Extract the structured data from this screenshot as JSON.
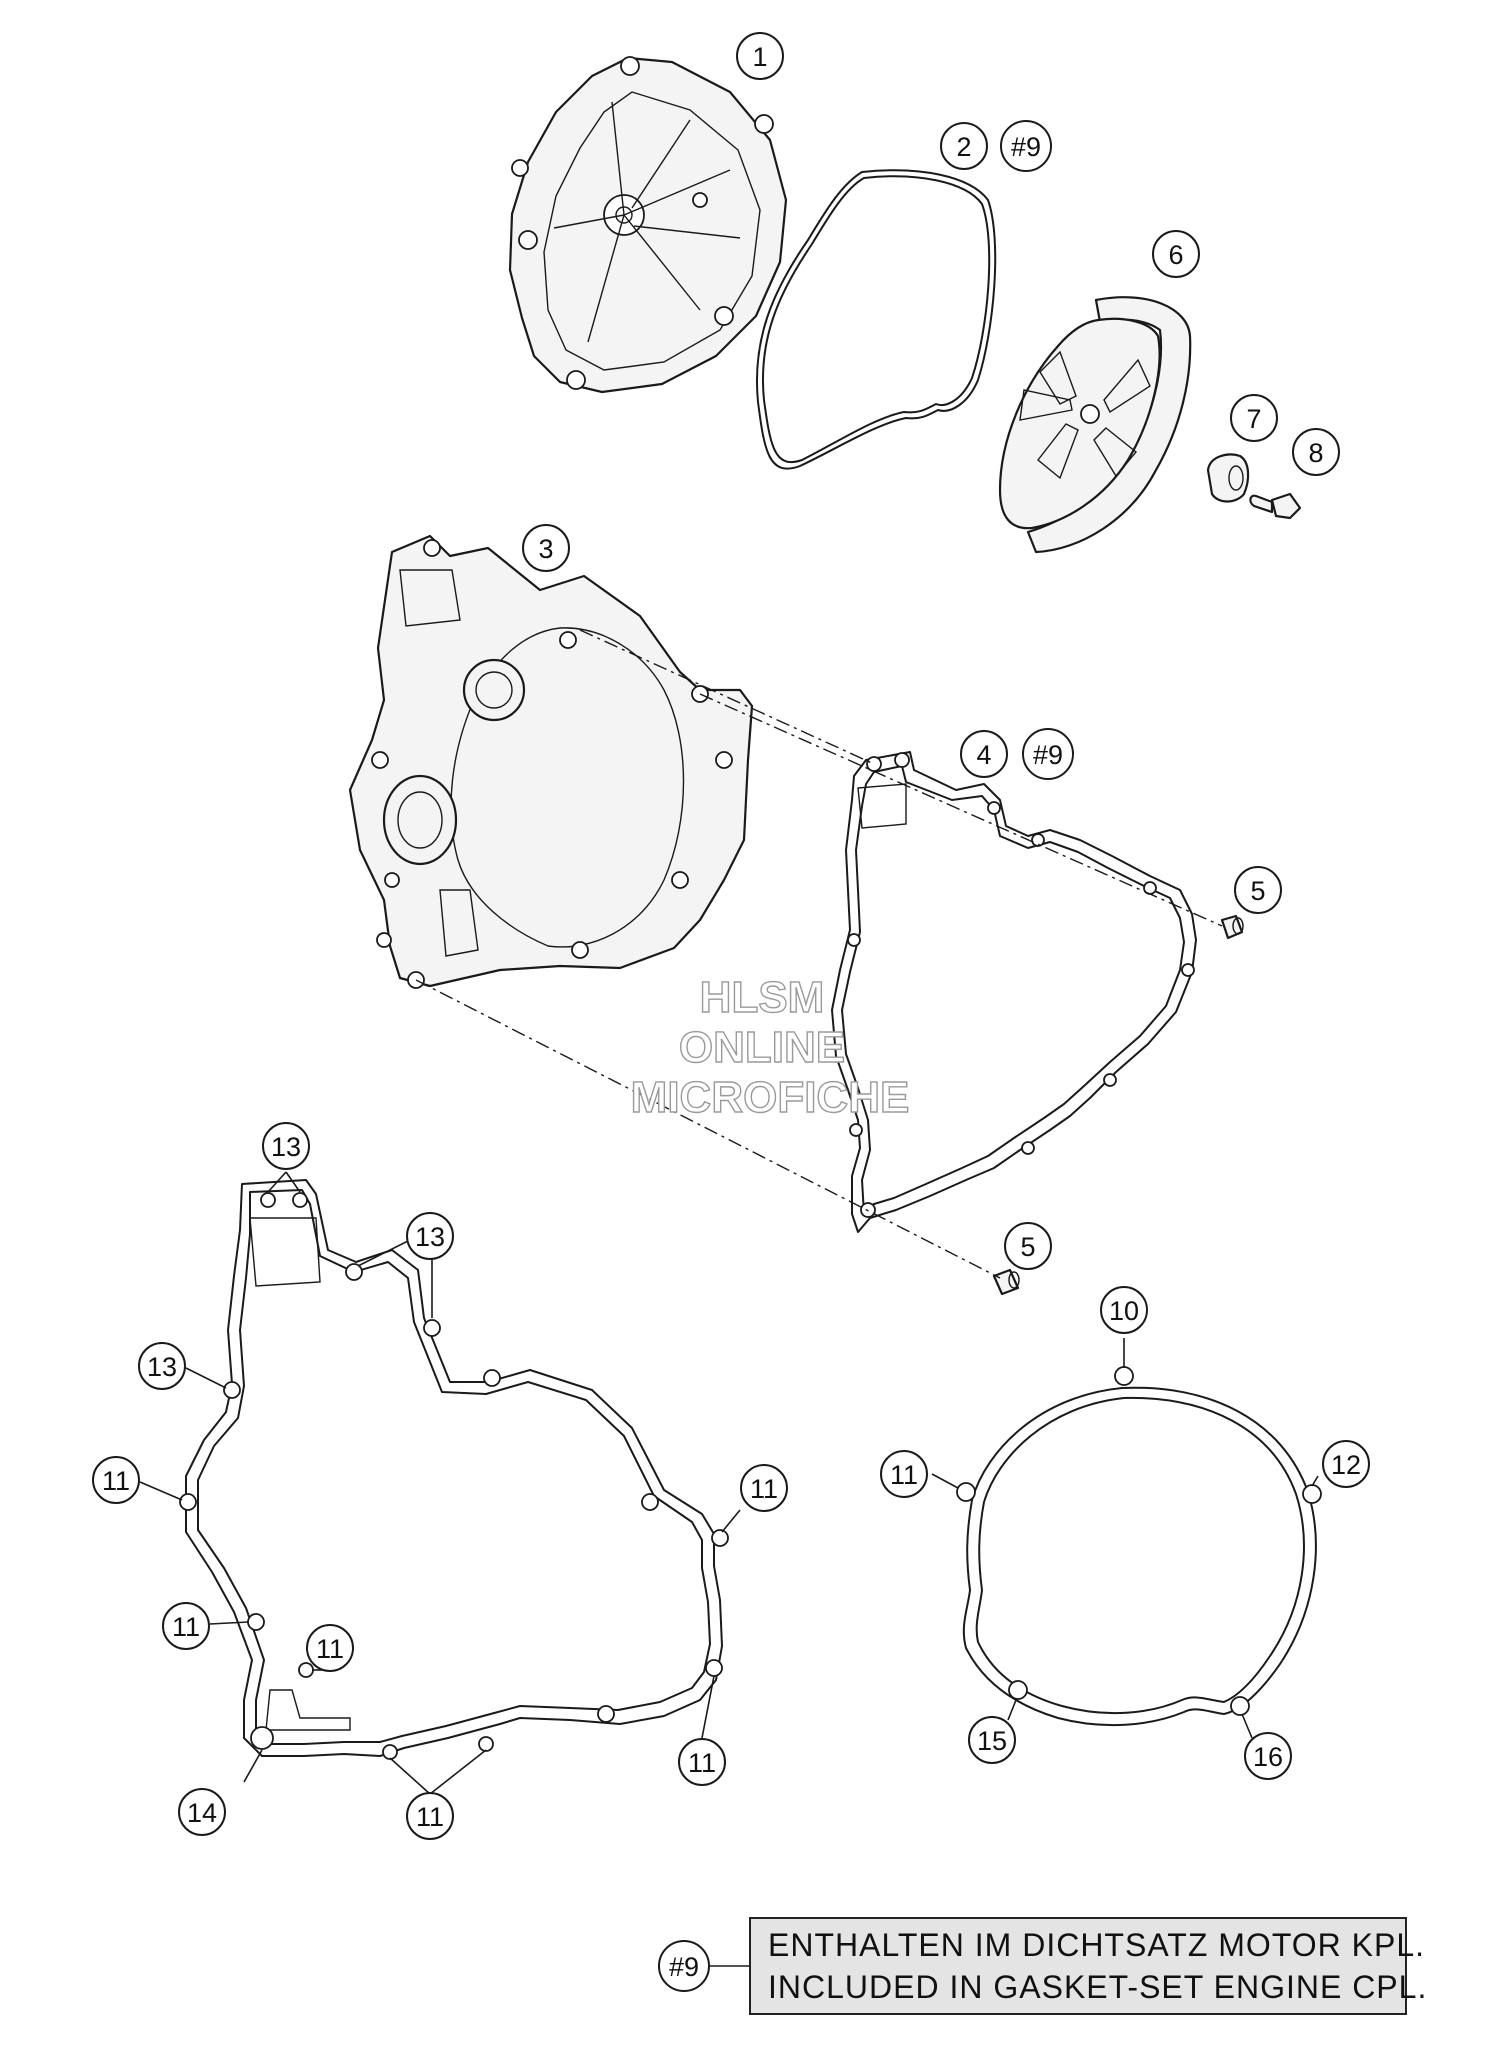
{
  "callouts": {
    "c1": "1",
    "c2": "2",
    "c2_ref": "#9",
    "c3": "3",
    "c4": "4",
    "c4_ref": "#9",
    "c5a": "5",
    "c5b": "5",
    "c6": "6",
    "c7": "7",
    "c8": "8",
    "c10": "10",
    "c11": "11",
    "c12": "12",
    "c13": "13",
    "c14": "14",
    "c15": "15",
    "c16": "16"
  },
  "watermark": {
    "line1": "HLSM",
    "line2": "ONLINE",
    "line3": "MICROFICHE"
  },
  "note": {
    "ref": "#9",
    "line1": "ENTHALTEN IM DICHTSATZ MOTOR KPL.",
    "line2": "INCLUDED IN GASKET-SET ENGINE CPL."
  },
  "icons": [
    "clutch-cover",
    "o-ring",
    "ignition-cover",
    "gasket",
    "dowel-sleeve",
    "protection-plate",
    "rubber-grommet",
    "collar-screw"
  ]
}
